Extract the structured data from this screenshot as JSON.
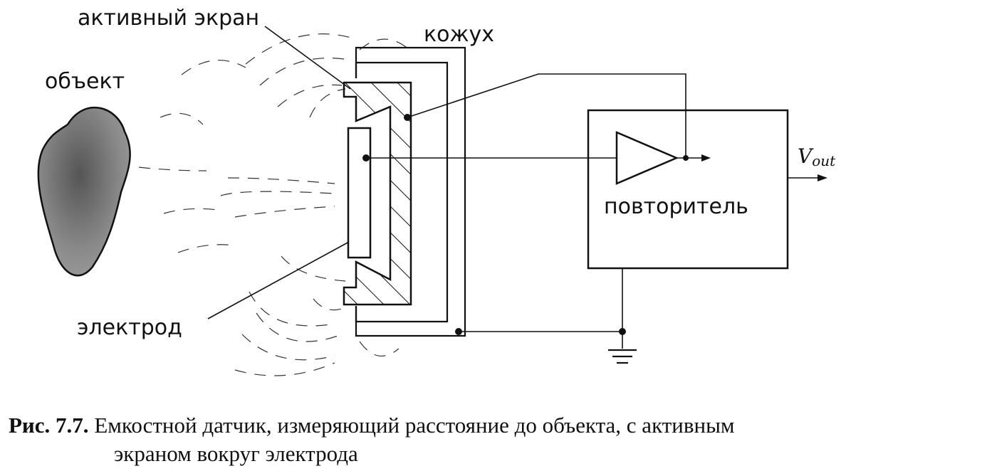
{
  "labels": {
    "active_shield": "активный экран",
    "housing": "кожух",
    "object": "объект",
    "electrode": "электрод",
    "follower": "повторитель",
    "vout_main": "V",
    "vout_sub": "out"
  },
  "caption": {
    "number": "Рис. 7.7.",
    "line1": "Емкостной датчик, измеряющий расстояние до объекта, с активным",
    "line2": "экраном вокруг электрода"
  }
}
